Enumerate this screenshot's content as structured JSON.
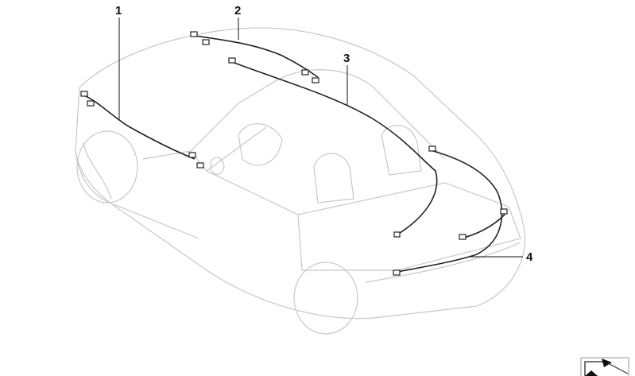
{
  "diagram": {
    "type": "parts-diagram",
    "callouts": [
      {
        "number": "1"
      },
      {
        "number": "2"
      },
      {
        "number": "3"
      },
      {
        "number": "4"
      }
    ],
    "nav_icon": "arrow-diagonal-icon"
  }
}
